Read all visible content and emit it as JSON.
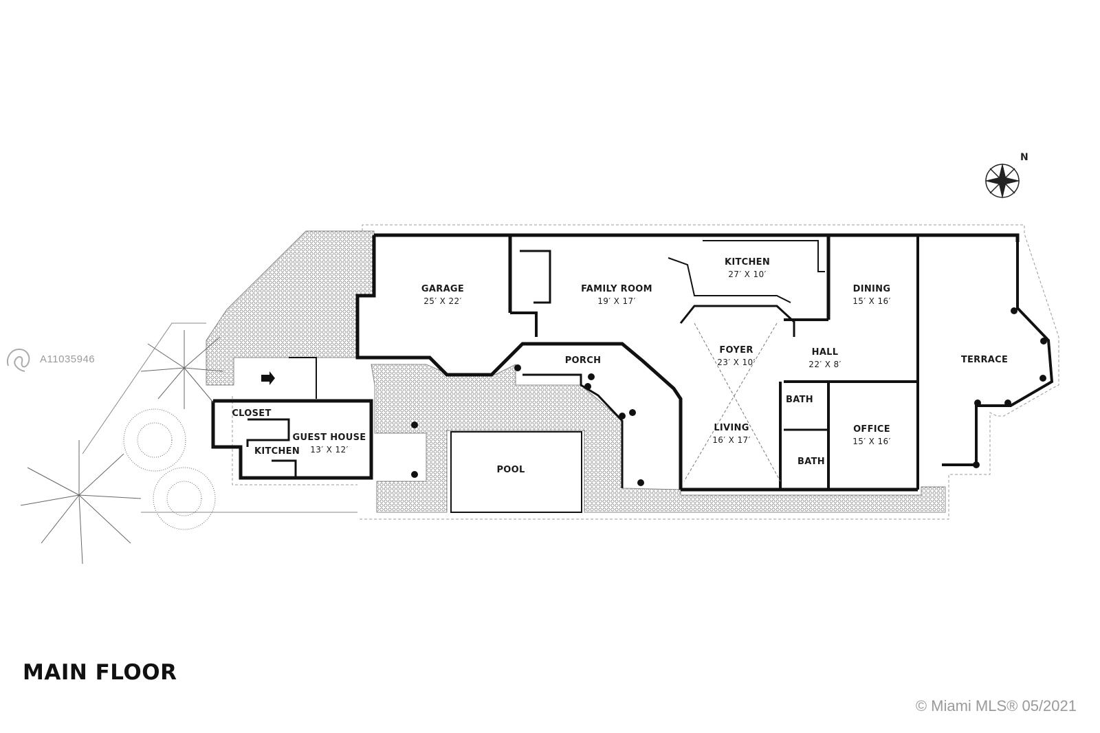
{
  "floor_title": "MAIN FLOOR",
  "mls_id": "A11035946",
  "copyright": "© Miami MLS® 05/2021",
  "compass_label": "N",
  "rooms": [
    {
      "name": "GARAGE",
      "size": "25′ X 22′"
    },
    {
      "name": "FAMILY ROOM",
      "size": "19′ X 17′"
    },
    {
      "name": "KITCHEN",
      "size": "27′ X 10′"
    },
    {
      "name": "DINING",
      "size": "15′ X 16′"
    },
    {
      "name": "PORCH",
      "size": ""
    },
    {
      "name": "FOYER",
      "size": "23′ X 10′"
    },
    {
      "name": "HALL",
      "size": "22′ X 8′"
    },
    {
      "name": "TERRACE",
      "size": ""
    },
    {
      "name": "CLOSET",
      "size": ""
    },
    {
      "name": "GUEST HOUSE",
      "size": "13′ X 12′"
    },
    {
      "name": "KITCHEN",
      "size": ""
    },
    {
      "name": "POOL",
      "size": ""
    },
    {
      "name": "LIVING",
      "size": "16′ X 17′"
    },
    {
      "name": "BATH",
      "size": ""
    },
    {
      "name": "OFFICE",
      "size": "15′ X 16′"
    },
    {
      "name": "BATH",
      "size": ""
    }
  ]
}
